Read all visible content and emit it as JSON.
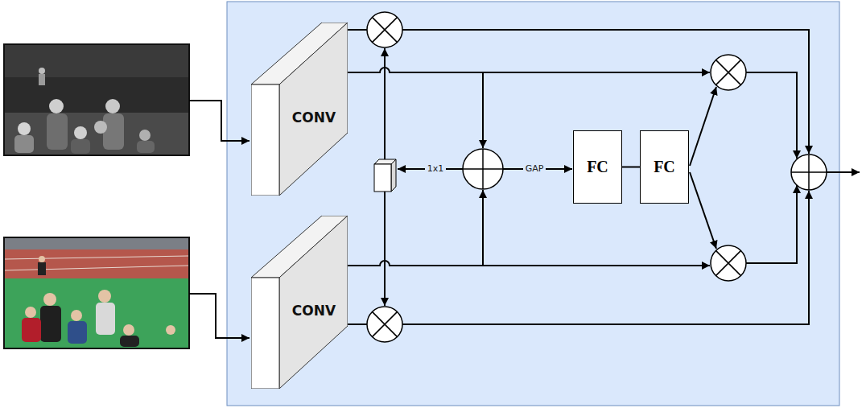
{
  "diagram": {
    "nodes": [
      {
        "text": [
          "CONV"
        ]
      },
      {
        "text": [
          "CONV"
        ]
      },
      {
        "text": [
          "FC"
        ]
      },
      {
        "text": [
          "FC"
        ]
      }
    ],
    "edges": [
      {
        "from": 2,
        "to": 3,
        "arrow": "none"
      }
    ],
    "labels": [
      "1x1",
      "GAP"
    ]
  }
}
